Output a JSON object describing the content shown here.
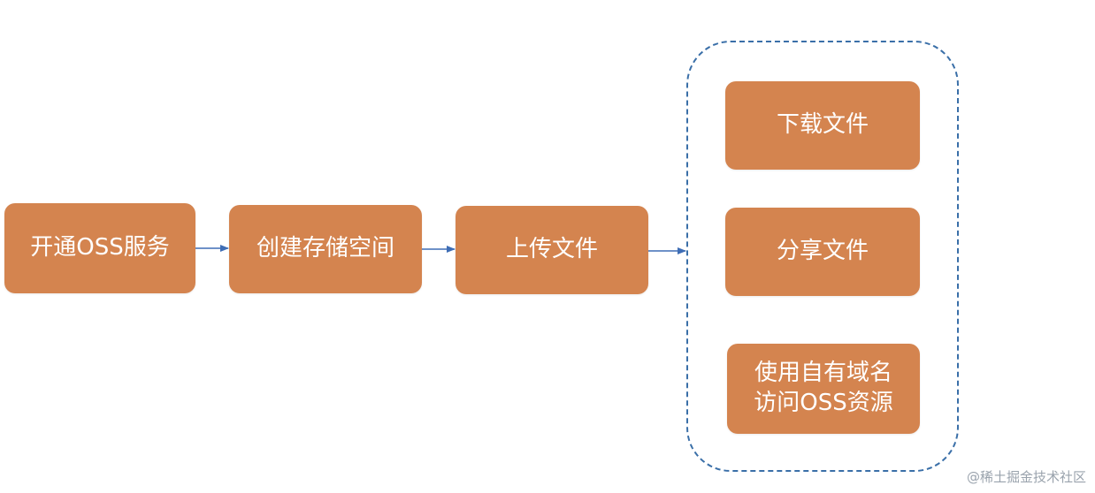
{
  "colors": {
    "box_fill": "#d4844f",
    "arrow": "#3e6db5",
    "group_border": "#3a6fa8"
  },
  "diagram": {
    "steps": [
      {
        "label": "开通OSS服务"
      },
      {
        "label": "创建存储空间"
      },
      {
        "label": "上传文件"
      }
    ],
    "options": [
      {
        "label": "下载文件"
      },
      {
        "label": "分享文件"
      },
      {
        "label": "使用自有域名\n访问OSS资源"
      }
    ]
  },
  "watermark": "@稀土掘金技术社区"
}
